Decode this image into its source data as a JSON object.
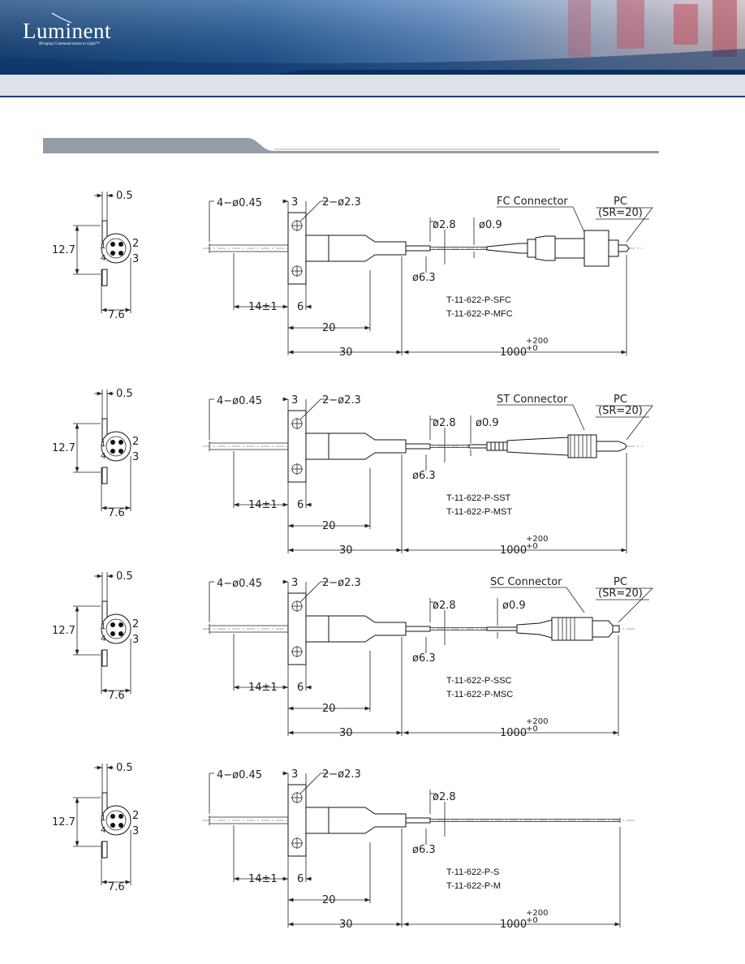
{
  "header": {
    "logo_text": "Luminent",
    "tagline": "Bringing Communications to Light™",
    "colors": {
      "band_dark": "#1d4a86",
      "band_light": "#dfe3e8",
      "band_mid": "#5b86c2",
      "section_bar": "#939ca8"
    }
  },
  "drawings": [
    {
      "connector_label": "FC Connector",
      "pc_label": "PC",
      "sr_label": "(SR=20)",
      "part_numbers": [
        "T-11-622-P-SFC",
        "T-11-622-P-MFC"
      ],
      "dims": {
        "pin_spacing": "0.5",
        "height": "12.7",
        "width": "7.6",
        "pin_1": "1",
        "pin_2": "2",
        "pin_3": "3",
        "pin_4": "4",
        "leads": "4−ø0.45",
        "flange_w": "3",
        "holes": "2−ø2.3",
        "d_body": "ø2.8",
        "d_fiber": "ø0.9",
        "d_flange": "ø6.3",
        "lead_len": "14±1",
        "flange_thk": "6",
        "body_len": "20",
        "total_len": "30",
        "fiber_len": "1000",
        "tol_plus": "+200",
        "tol_minus": "+0"
      }
    },
    {
      "connector_label": "ST Connector",
      "pc_label": "PC",
      "sr_label": "(SR=20)",
      "part_numbers": [
        "T-11-622-P-SST",
        "T-11-622-P-MST"
      ],
      "dims": {
        "pin_spacing": "0.5",
        "height": "12.7",
        "width": "7.6",
        "pin_1": "1",
        "pin_2": "2",
        "pin_3": "3",
        "pin_4": "4",
        "leads": "4−ø0.45",
        "flange_w": "3",
        "holes": "2−ø2.3",
        "d_body": "ø2.8",
        "d_fiber": "ø0.9",
        "d_flange": "ø6.3",
        "lead_len": "14±1",
        "flange_thk": "6",
        "body_len": "20",
        "total_len": "30",
        "fiber_len": "1000",
        "tol_plus": "+200",
        "tol_minus": "+0"
      }
    },
    {
      "connector_label": "SC Connector",
      "pc_label": "PC",
      "sr_label": "(SR=20)",
      "part_numbers": [
        "T-11-622-P-SSC",
        "T-11-622-P-MSC"
      ],
      "dims": {
        "pin_spacing": "0.5",
        "height": "12.7",
        "width": "7.6",
        "pin_1": "1",
        "pin_2": "2",
        "pin_3": "3",
        "pin_4": "4",
        "leads": "4−ø0.45",
        "flange_w": "3",
        "holes": "2−ø2.3",
        "d_body": "ø2.8",
        "d_fiber": "ø0.9",
        "d_flange": "ø6.3",
        "lead_len": "14±1",
        "flange_thk": "6",
        "body_len": "20",
        "total_len": "30",
        "fiber_len": "1000",
        "tol_plus": "+200",
        "tol_minus": "+0"
      }
    },
    {
      "connector_label": "",
      "pc_label": "",
      "sr_label": "",
      "part_numbers": [
        "T-11-622-P-S",
        "T-11-622-P-M"
      ],
      "dims": {
        "pin_spacing": "0.5",
        "height": "12.7",
        "width": "7.6",
        "pin_1": "1",
        "pin_2": "2",
        "pin_3": "3",
        "pin_4": "4",
        "leads": "4−ø0.45",
        "flange_w": "3",
        "holes": "2−ø2.3",
        "d_body": "ø2.8",
        "d_fiber": "",
        "d_flange": "ø6.3",
        "lead_len": "14±1",
        "flange_thk": "6",
        "body_len": "20",
        "total_len": "30",
        "fiber_len": "1000",
        "tol_plus": "+200",
        "tol_minus": "+0"
      }
    }
  ]
}
